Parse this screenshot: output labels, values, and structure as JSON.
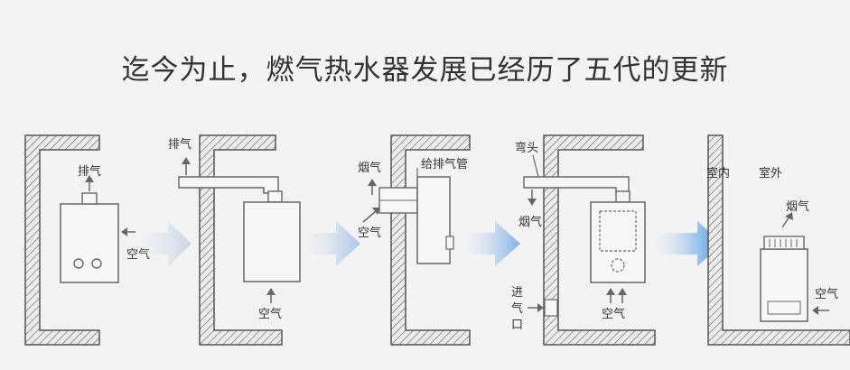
{
  "title": "迄今为止，燃气热水器发展已经历了五代的更新",
  "gen1": {
    "exhaust": "排气",
    "air": "空气"
  },
  "gen2": {
    "exhaust": "排气",
    "air": "空气"
  },
  "gen3": {
    "smoke": "烟气",
    "pipe": "给排气管",
    "air": "空气"
  },
  "gen4": {
    "elbow": "弯头",
    "smoke": "烟气",
    "inlet_chars": [
      "进",
      "气",
      "口"
    ],
    "air": "空气"
  },
  "gen5": {
    "indoor": "室内",
    "outdoor": "室外",
    "smoke": "烟气",
    "air": "空气"
  },
  "colors": {
    "wall": "#555555",
    "hatch": "#666666",
    "unit_fill": "#f7f7f7",
    "arrow_blue": "#4a97e0"
  }
}
